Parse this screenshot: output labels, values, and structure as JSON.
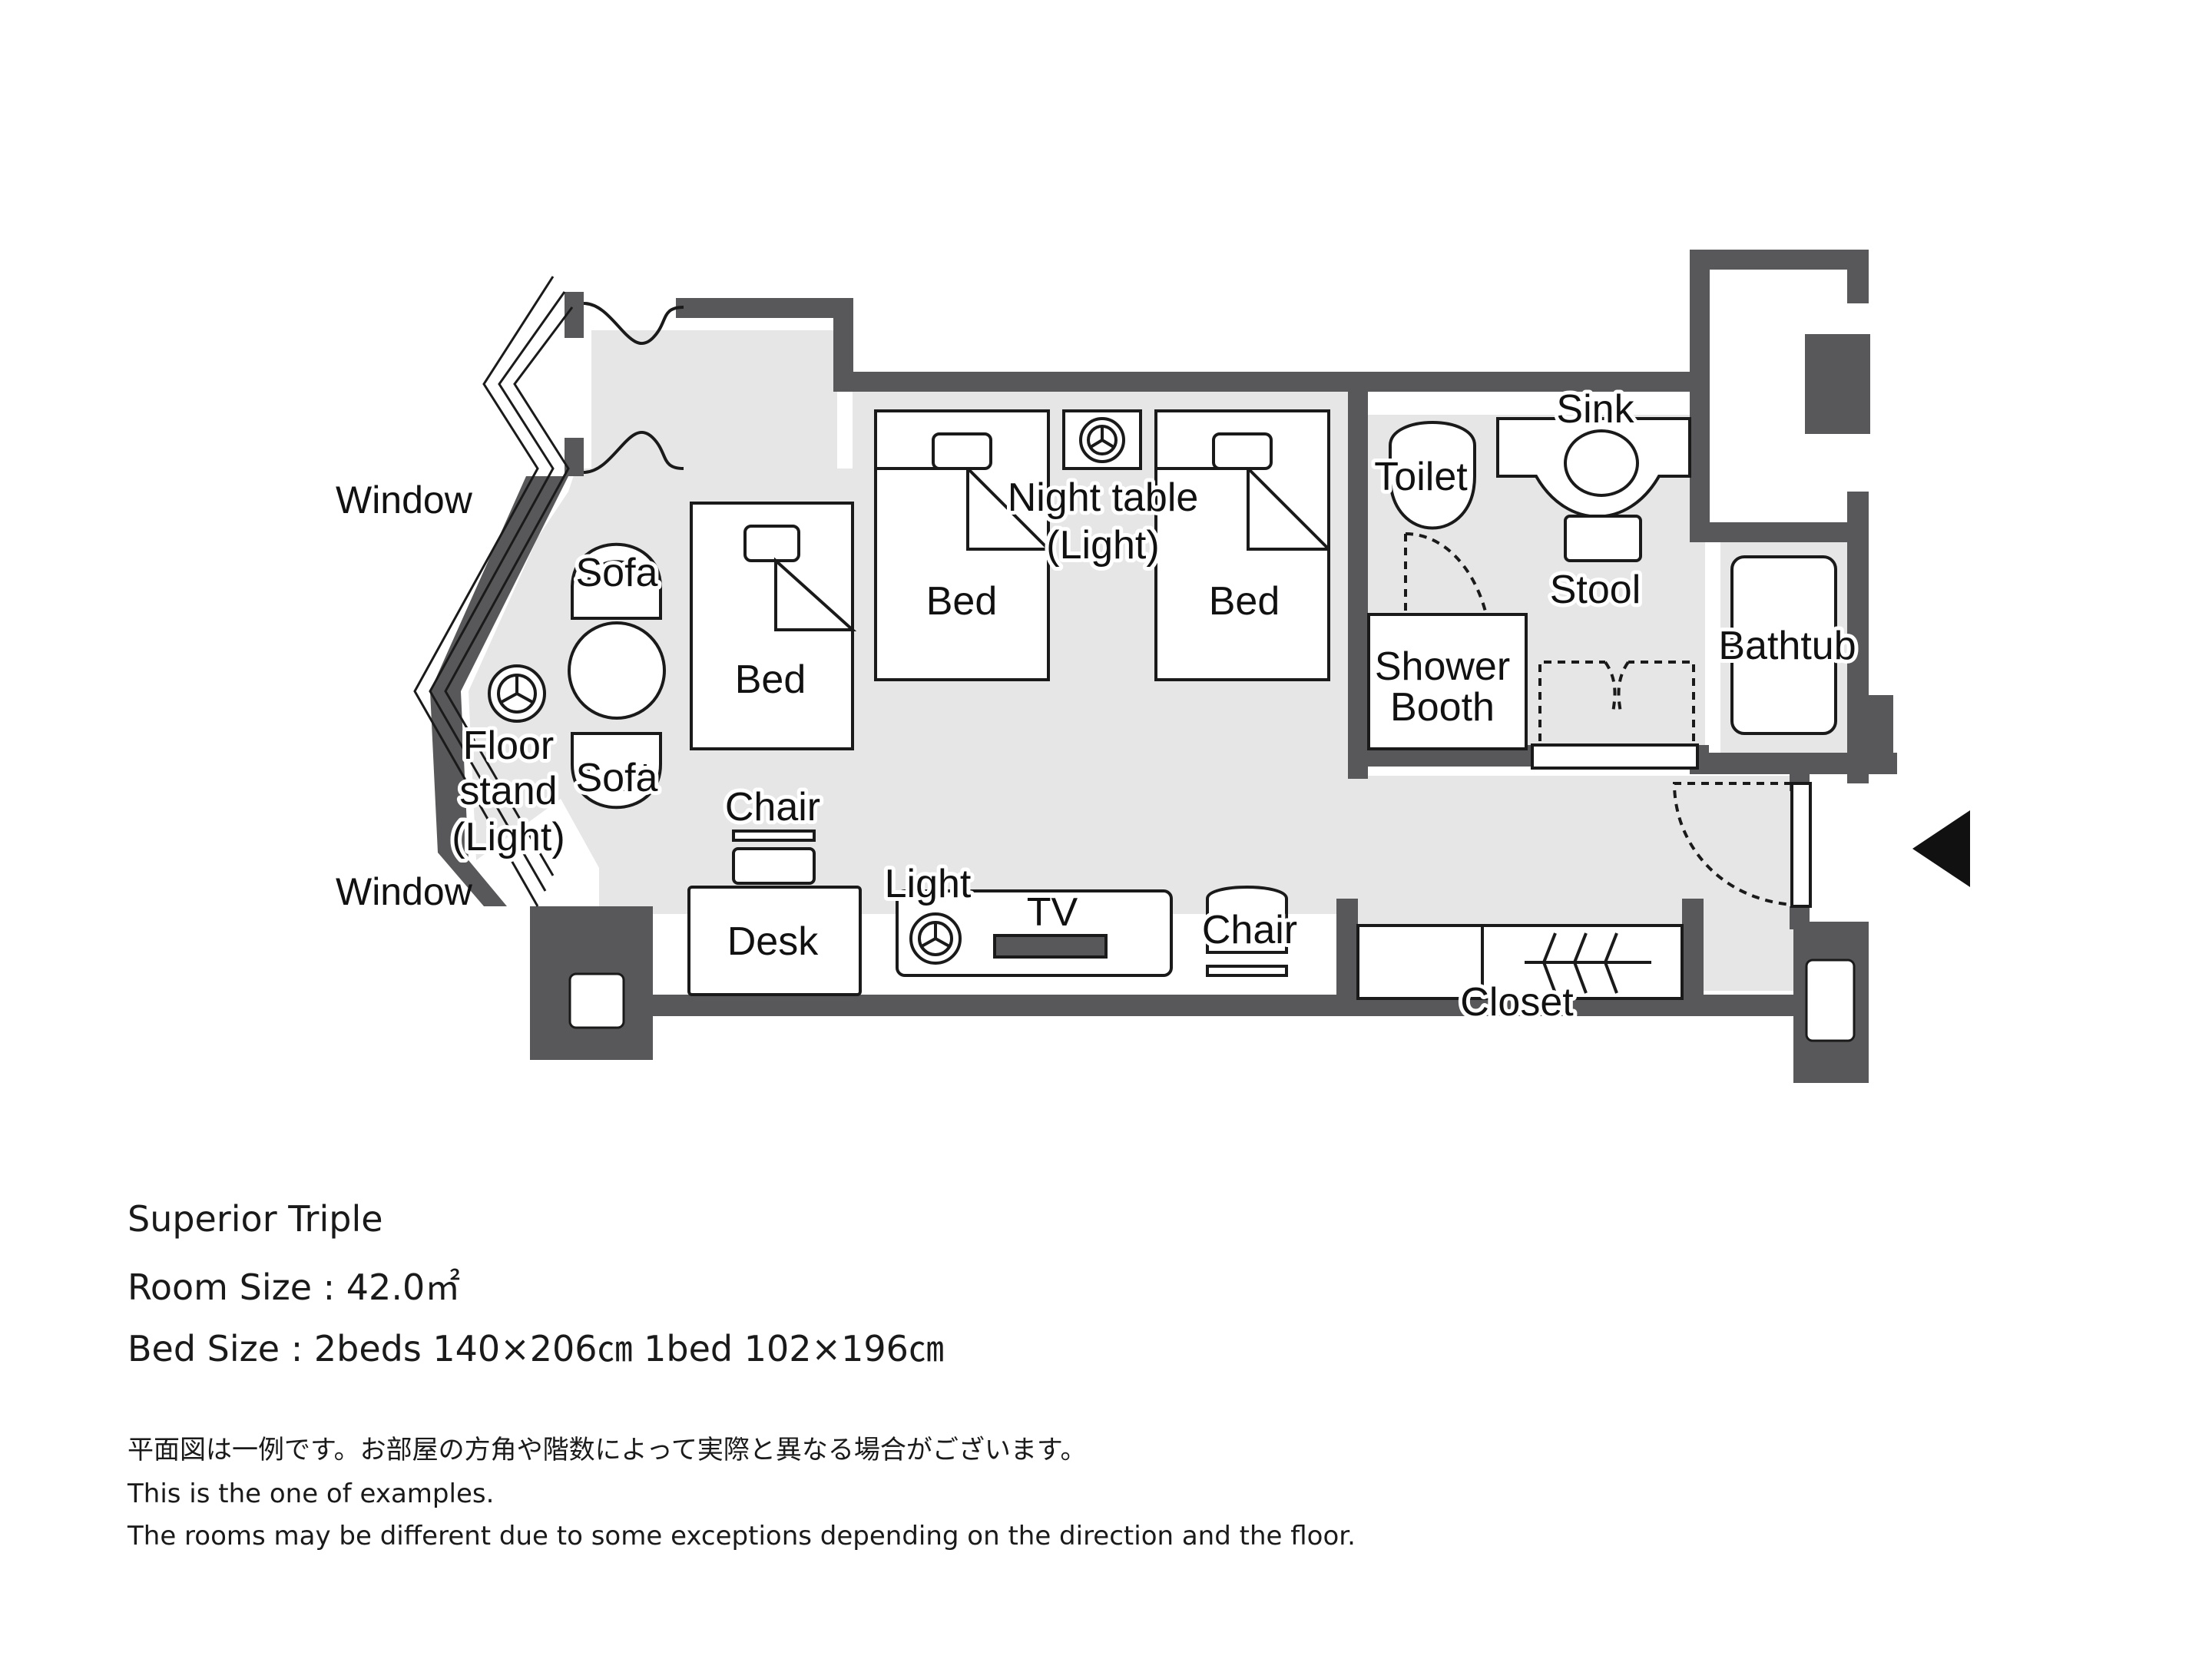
{
  "plan_labels": {
    "window_top": "Window",
    "window_bottom": "Window",
    "sofa_top": "Sofa",
    "sofa_bottom": "Sofa",
    "floor_stand_line1": "Floor",
    "floor_stand_line2": "stand",
    "floor_stand_line3": "(Light)",
    "bed_single": "Bed",
    "bed_left": "Bed",
    "bed_right": "Bed",
    "night_table_line1": "Night table",
    "night_table_line2": "(Light)",
    "toilet": "Toilet",
    "sink": "Sink",
    "stool": "Stool",
    "shower_line1": "Shower",
    "shower_line2": "Booth",
    "bathtub": "Bathtub",
    "chair_desk": "Chair",
    "desk": "Desk",
    "light": "Light",
    "tv": "TV",
    "chair_right": "Chair",
    "closet": "Closet"
  },
  "info": {
    "room_name": "Superior Triple",
    "room_size": "Room Size : 42.0㎡",
    "bed_size": "Bed Size : 2beds 140×206㎝  1bed 102×196㎝",
    "note_jp": "平面図は一例です。お部屋の方角や階数によって実際と異なる場合がございます。",
    "note_en_1": "This is the one of examples.",
    "note_en_2": "The rooms may be different due to some exceptions depending on the direction and the floor."
  },
  "colors": {
    "wall": "#58585a",
    "floor": "#e6e6e6",
    "line": "#1a1a1a"
  }
}
